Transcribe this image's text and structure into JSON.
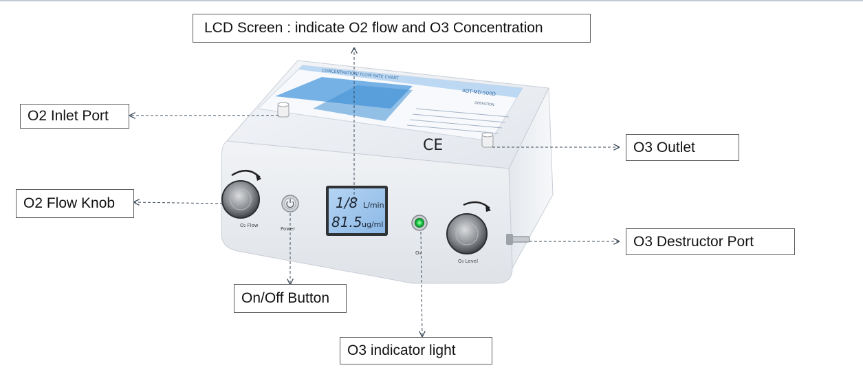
{
  "callouts": {
    "lcd": "LCD Screen : indicate O2 flow and O3 Concentration",
    "o2_inlet": "O2 Inlet Port",
    "o3_outlet": "O3 Outlet",
    "o2_flow_knob": "O2 Flow Knob",
    "o3_destructor": "O3 Destructor Port",
    "onoff": "On/Off Button",
    "o3_light": "O3 indicator light"
  },
  "device": {
    "lcd_flow_value": "1/8",
    "lcd_flow_unit": "L/min",
    "lcd_conc_value": "81.5",
    "lcd_conc_unit": "ug/ml",
    "label_o2_flow": "O₂ Flow",
    "label_power": "Power",
    "label_o3": "O₃",
    "label_o3_level": "O₃ Level",
    "chart_heading": "CONCENTRATION/ FLOW RATE CHART",
    "chart_model": "AOT-MD-500D",
    "chart_operation": "OPERATION",
    "ce_mark": "CE"
  },
  "colors": {
    "panel": "#eef1f5",
    "panel_dark": "#d9dee5",
    "lcd": "#9fc3ea",
    "sticker_blue": "#5fa5e0",
    "led_green": "#22d34a",
    "knob": "#6f7276",
    "arrow": "#3a4a5a"
  }
}
